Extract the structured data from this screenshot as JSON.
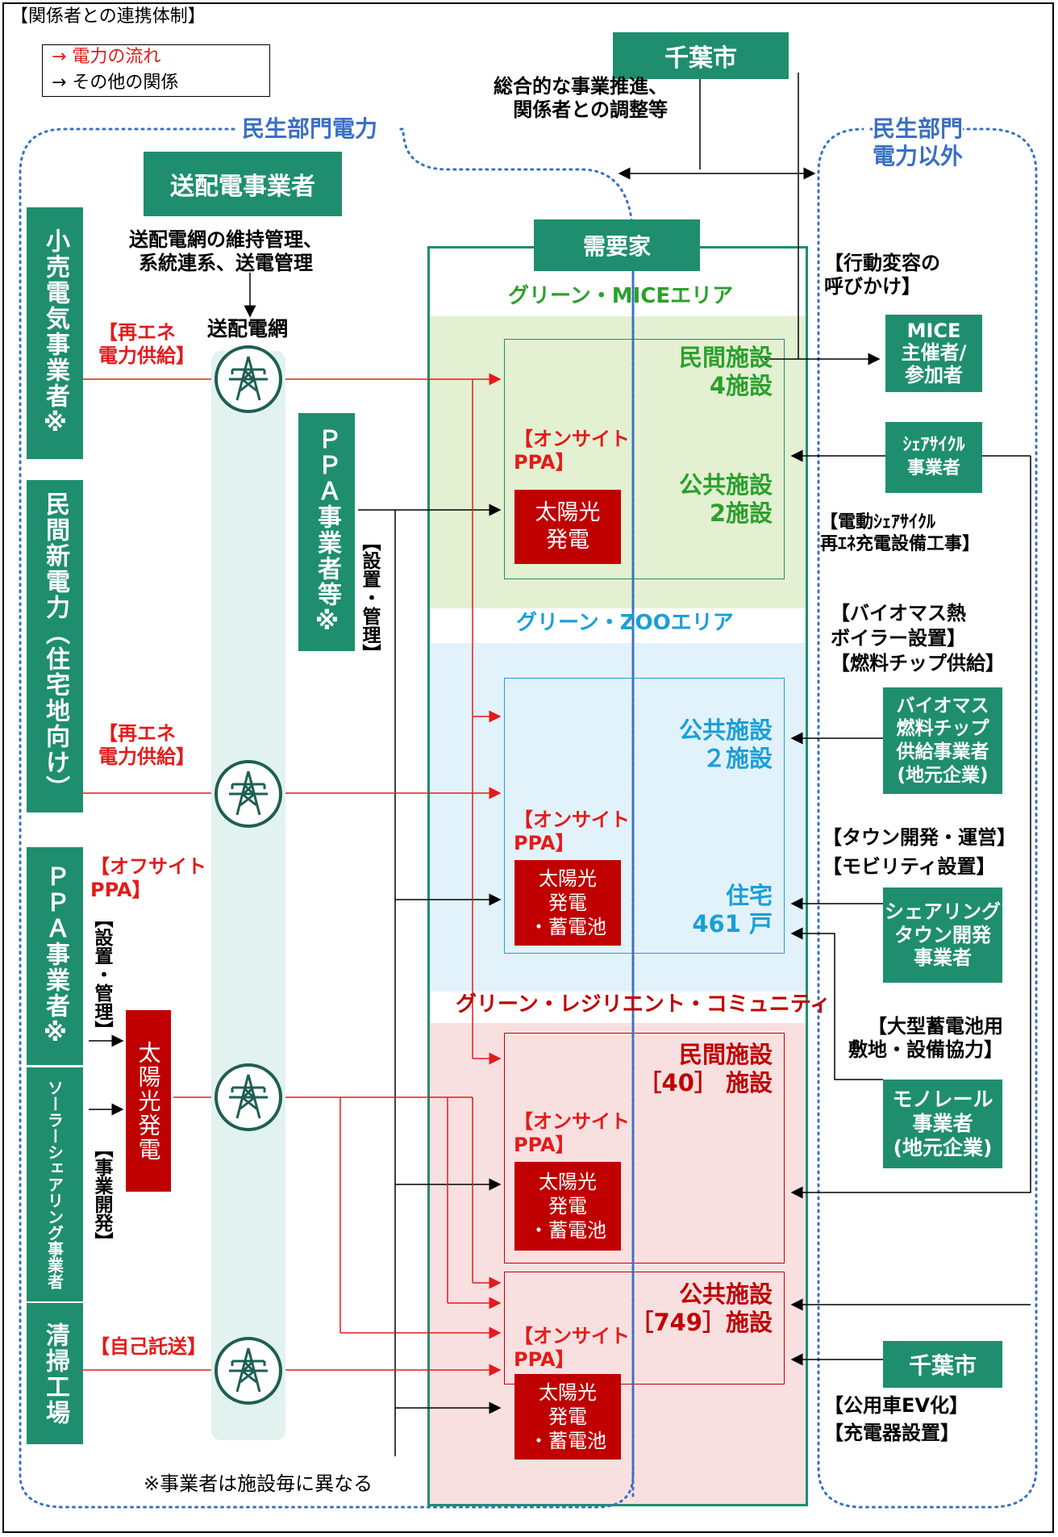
{
  "header": {
    "title": "【関係者との連携体制】",
    "legend_red": "→ 電力の流れ",
    "legend_black": "→ その他の関係"
  },
  "colors": {
    "green": "#1e8e6e",
    "red": "#c00000",
    "flow_red": "#e31b1b",
    "blue": "#3a6fc4",
    "text_green": "#2ca02c",
    "text_blue": "#1a9fd8"
  },
  "chiba_top": {
    "title": "千葉市",
    "role": "総合的な事業推進、\n関係者との調整等"
  },
  "sections": {
    "minsei_power": "民生部門電力",
    "minsei_other": "民生部門\n電力以外"
  },
  "grid": {
    "operator": "送配電事業者",
    "operator_role": "送配電網の維持管理、\n系統連系、送電管理",
    "network_label": "送配電網"
  },
  "left_actors": {
    "retailer": "小売電気事業者※",
    "new_power": "民間新電力（住宅地向け）",
    "ppa_offsite": "ＰＰＡ事業者※",
    "solar_sharing": "ソーラーシェアリング事業者",
    "incinerator": "清掃工場",
    "ppa_onsite": "ＰＰＡ事業者等※"
  },
  "flow_labels": {
    "re_supply_1": "【再エネ\n電力供給】",
    "re_supply_2": "【再エネ\n電力供給】",
    "offsite_ppa": "【オフサイト\nPPA】",
    "install_mgmt_1": "【設置・管理】",
    "install_mgmt_2": "【設置・管理】",
    "business_dev": "【事業開発】",
    "self_wheeling": "【自己託送】"
  },
  "offsite_solar": "太陽光発電",
  "demand": {
    "title": "需要家",
    "areas": [
      {
        "name": "グリーン・MICEエリア",
        "private": "民間施設\n4施設",
        "public": "公共施設\n2施設",
        "onsite": "【オンサイト\nPPA】",
        "gen": "太陽光\n発電"
      },
      {
        "name": "グリーン・ZOOエリア",
        "public": "公共施設\n２施設",
        "housing": "住宅\n461 戸",
        "onsite": "【オンサイト\nPPA】",
        "gen": "太陽光\n発電\n・蓄電池"
      },
      {
        "name": "グリーン・レジリエント・コミュニティ",
        "private": "民間施設\n［40］ 施設",
        "onsite": "【オンサイト\nPPA】",
        "gen": "太陽光\n発電\n・蓄電池",
        "public": "公共施設\n［749］施設",
        "onsite2": "【オンサイト\nPPA】",
        "gen2": "太陽光\n発電\n・蓄電池"
      }
    ]
  },
  "right": {
    "behavior_label": "【行動変容の\n呼びかけ】",
    "mice": "MICE\n主催者/\n参加者",
    "share_cycle": "ｼｪｱｻｲｸﾙ\n事業者",
    "share_cycle_label": "【電動ｼｪｱｻｲｸﾙ\n再ｴﾈ充電設備工事】",
    "biomass_label": "【バイオマス熱\nボイラー設置】\n【燃料チップ供給】",
    "biomass": "バイオマス\n燃料チップ\n供給事業者\n(地元企業)",
    "town_label": "【タウン開発・運営】\n【モビリティ設置】",
    "sharing_town": "シェアリング\nタウン開発\n事業者",
    "battery_label": "【大型蓄電池用\n敷地・設備協力】",
    "monorail": "モノレール\n事業者\n(地元企業)",
    "chiba_bottom": "千葉市",
    "ev_label": "【公用車EV化】\n【充電器設置】"
  },
  "footnote": "※事業者は施設毎に異なる"
}
